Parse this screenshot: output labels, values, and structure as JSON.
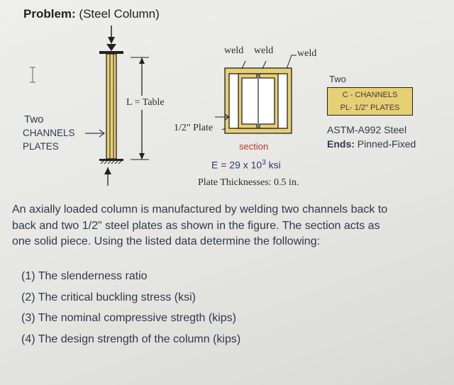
{
  "title": {
    "bold": "Problem:",
    "rest": "(Steel Column)"
  },
  "figure": {
    "left_label_lines": [
      "Two",
      "CHANNELS",
      "PLATES"
    ],
    "length_label": "L = Table",
    "weld_labels": [
      "weld",
      "weld",
      "weld"
    ],
    "plate_label": "1/2\" Plate",
    "section_label": "section",
    "right_two": "Two",
    "spec_lines": [
      "C - CHANNELS",
      "PL- 1/2\" PLATES"
    ],
    "steel_grade": "ASTM-A992 Steel",
    "ends_label": "Ends:",
    "ends_value": "Pinned-Fixed",
    "modulus": {
      "prefix": "E = 29 x 10",
      "exp": "3",
      "suffix": " ksi"
    },
    "plate_thickness": "Plate Thicknesses: 0.5 in."
  },
  "paragraph": "An axially loaded column is manufactured by welding two channels back to back and two 1/2\" steel plates as shown in the figure. The section acts as one solid piece. Using the listed data determine the following:",
  "items": [
    "(1) The slenderness ratio",
    "(2) The critical buckling stress (ksi)",
    "(3) The nominal compressive stregth (kips)",
    "(4) The design strength of the column (kips)"
  ],
  "colors": {
    "plate_fill": "#e7cf74",
    "section_red": "#c03a2b"
  }
}
